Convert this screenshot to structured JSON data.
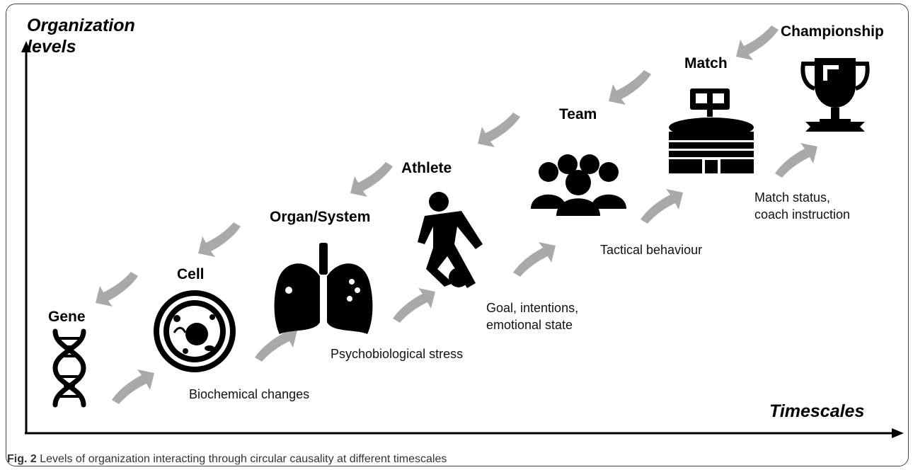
{
  "axes": {
    "y_title_line1": "Organization",
    "y_title_line2": "levels",
    "x_title": "Timescales"
  },
  "levels": [
    {
      "label": "Gene",
      "icon": "dna-icon"
    },
    {
      "label": "Cell",
      "icon": "cell-icon"
    },
    {
      "label": "Organ/System",
      "icon": "lungs-icon"
    },
    {
      "label": "Athlete",
      "icon": "football-player-icon"
    },
    {
      "label": "Team",
      "icon": "group-people-icon"
    },
    {
      "label": "Match",
      "icon": "stadium-icon"
    },
    {
      "label": "Championship",
      "icon": "trophy-icon"
    }
  ],
  "effects": {
    "biochemical": "Biochemical changes",
    "psychobiological": "Psychobiological stress",
    "goal_line1": "Goal, intentions,",
    "goal_line2": "emotional state",
    "tactical": "Tactical behaviour",
    "match_line1": "Match status,",
    "match_line2": "coach instruction"
  },
  "caption": {
    "fig_label": "Fig. 2",
    "text": " Levels of organization interacting through circular causality at different timescales"
  },
  "colors": {
    "arrow": "#a9a9a9",
    "icon": "#000000",
    "axis": "#000000"
  }
}
